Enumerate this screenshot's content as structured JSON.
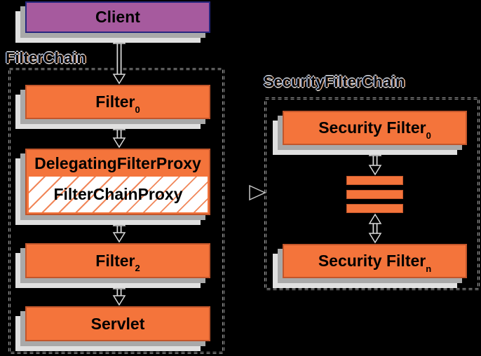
{
  "colors": {
    "background": "#000000",
    "box_orange": "#F4743B",
    "box_orange_border": "#C2562B",
    "client_purple": "#A65A9E",
    "client_purple_border": "#26267E",
    "shadow_dark": "#A9A9A9",
    "shadow_light": "#E0E0E0",
    "dashed_border": "#CFCFCF",
    "hatch_line": "#F1875A"
  },
  "client": {
    "label": "Client"
  },
  "filter_chain": {
    "title": "FilterChain",
    "filter0": {
      "label": "Filter",
      "sub": "0"
    },
    "delegating_filter_proxy": {
      "label": "DelegatingFilterProxy"
    },
    "filter_chain_proxy": {
      "label": "FilterChainProxy"
    },
    "filter2": {
      "label": "Filter",
      "sub": "2"
    },
    "servlet": {
      "label": "Servlet"
    }
  },
  "security_filter_chain": {
    "title": "SecurityFilterChain",
    "security_filter0": {
      "label": "Security Filter",
      "sub": "0"
    },
    "ellipsis_bars": 3,
    "security_filtern": {
      "label": "Security Filter",
      "sub": "n"
    }
  }
}
